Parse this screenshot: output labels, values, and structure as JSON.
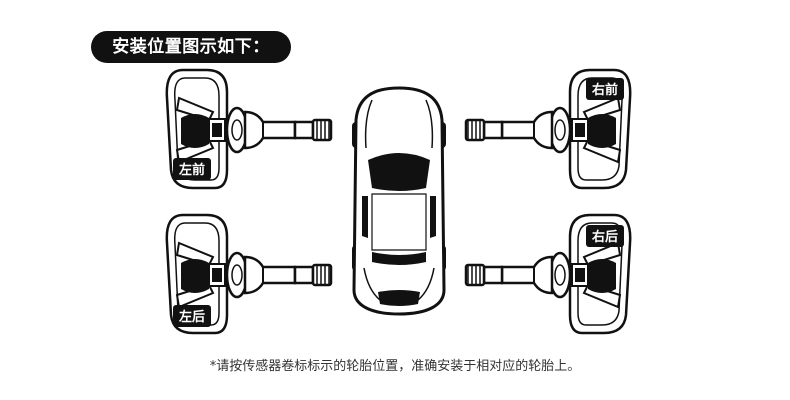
{
  "title": "安装位置图示如下：",
  "sensors": [
    {
      "id": "front-left",
      "label": "左前"
    },
    {
      "id": "front-right",
      "label": "右前"
    },
    {
      "id": "rear-left",
      "label": "左后"
    },
    {
      "id": "rear-right",
      "label": "右后"
    }
  ],
  "note": "*请按传感器卷标标示的轮胎位置，准确安装于相对应的轮胎上。",
  "colors": {
    "ink": "#111111",
    "paper": "#ffffff"
  }
}
